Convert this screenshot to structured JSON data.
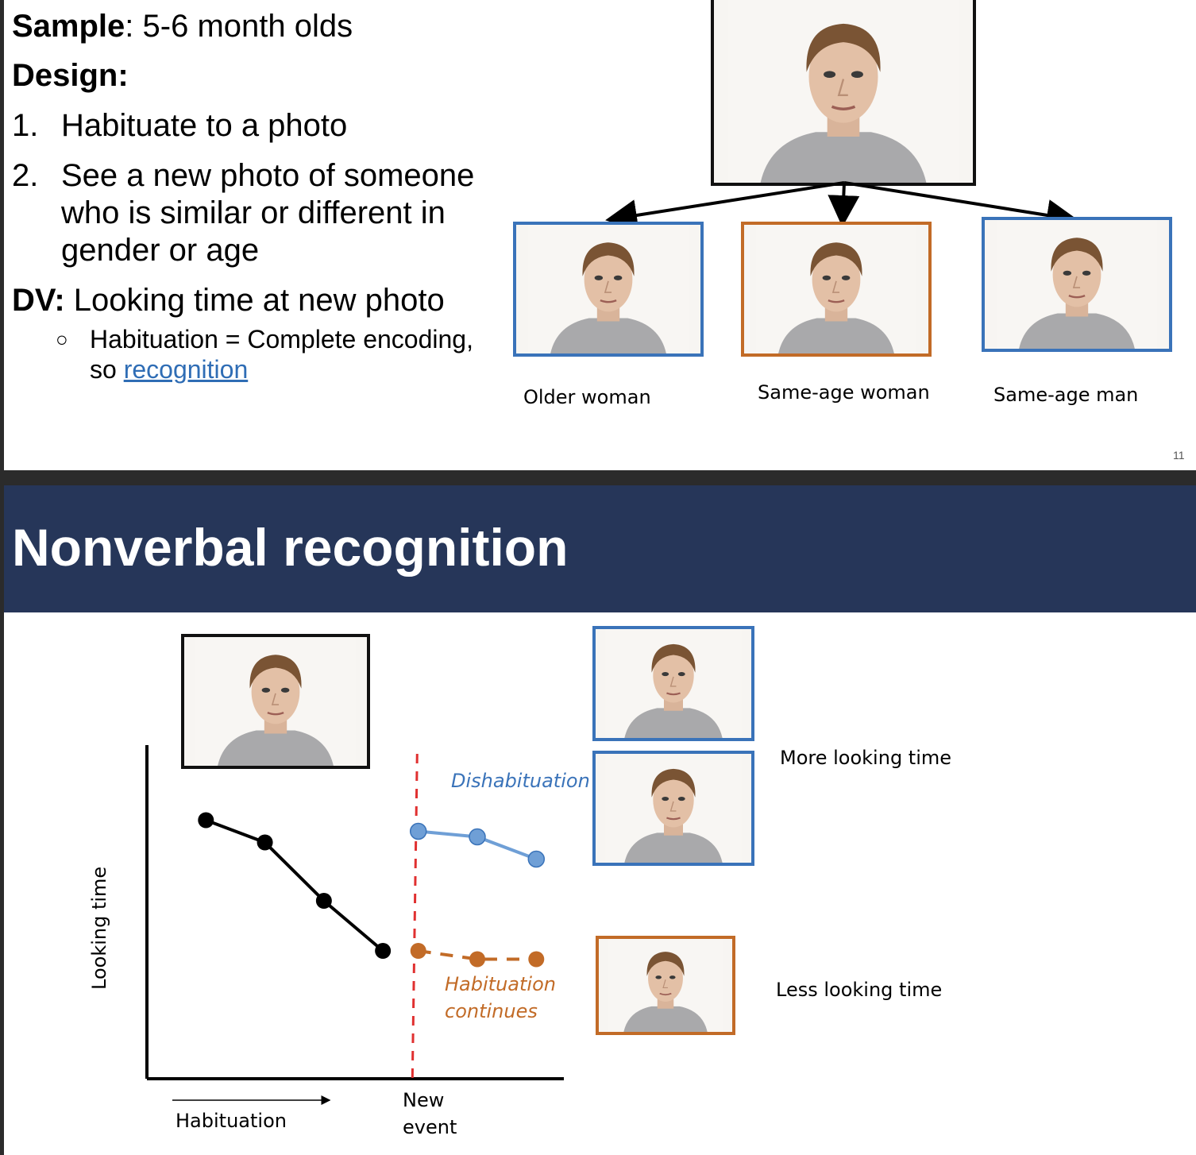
{
  "slide1": {
    "sample_label": "Sample",
    "sample_text": ": 5-6 month olds",
    "design_label": "Design:",
    "steps": [
      {
        "num": "1.",
        "text": "Habituate to a photo"
      },
      {
        "num": "2.",
        "line1": "See a new photo of someone",
        "line2": "who is similar or different in",
        "line3": "gender or age"
      }
    ],
    "dv_label": "DV:",
    "dv_text": " Looking time at new photo",
    "bullet_marker": "○",
    "bullet_line1": "Habituation = Complete encoding,",
    "bullet_line2_prefix": "so ",
    "bullet_link": "recognition",
    "captions": {
      "older_woman": "Older woman",
      "same_age_woman": "Same-age woman",
      "same_age_man": "Same-age man"
    },
    "page_number": "11"
  },
  "slide2": {
    "title": "Nonverbal recognition",
    "dishabituation_label": "Dishabituation",
    "habituation_continues_line1": "Habituation",
    "habituation_continues_line2": "continues",
    "more_looking": "More looking time",
    "less_looking": "Less looking time",
    "colors": {
      "title_bg": "#263659",
      "blue": "#3a73b9",
      "orange": "#c26b27",
      "red_dash": "#e03030"
    }
  },
  "chart_data": {
    "type": "line",
    "title": "",
    "xlabel": "Habituation",
    "x_marker_label_line1": "New",
    "x_marker_label_line2": "event",
    "ylabel": "Looking time",
    "series": [
      {
        "values": [
          [
            1,
            9.3
          ],
          [
            2,
            8.5
          ],
          [
            3,
            6.4
          ],
          [
            4,
            4.6
          ]
        ],
        "color": "#000000",
        "style": "solid"
      },
      {
        "name": "Dishabituation",
        "values": [
          [
            4.6,
            8.9
          ],
          [
            5.6,
            8.7
          ],
          [
            6.6,
            7.9
          ]
        ],
        "color": "#6f9fd6",
        "style": "solid"
      },
      {
        "name": "Habituation continues",
        "values": [
          [
            4.6,
            4.6
          ],
          [
            5.6,
            4.3
          ],
          [
            6.6,
            4.3
          ]
        ],
        "color": "#c26b27",
        "style": "dashed"
      }
    ],
    "new_event_x": 4.5,
    "xlim": [
      0,
      7
    ],
    "ylim": [
      0,
      12
    ]
  }
}
